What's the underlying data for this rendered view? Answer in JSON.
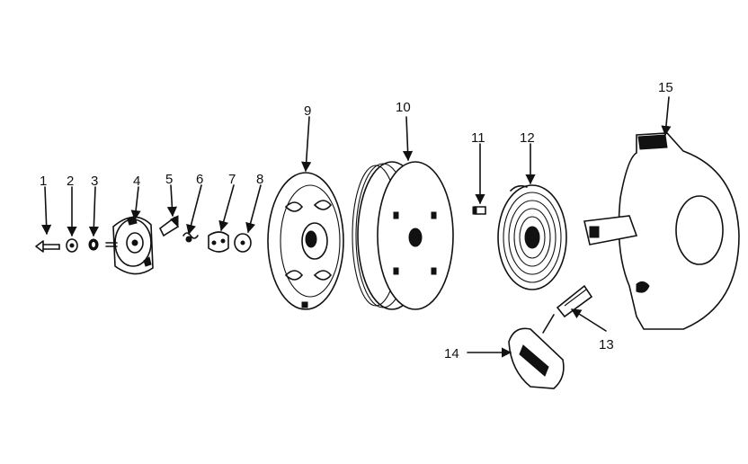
{
  "callouts": [
    "1",
    "2",
    "3",
    "4",
    "5",
    "6",
    "7",
    "8",
    "9",
    "10",
    "11",
    "12",
    "13",
    "14",
    "15"
  ],
  "colors": {
    "ink": "#111111",
    "paper": "#ffffff"
  }
}
